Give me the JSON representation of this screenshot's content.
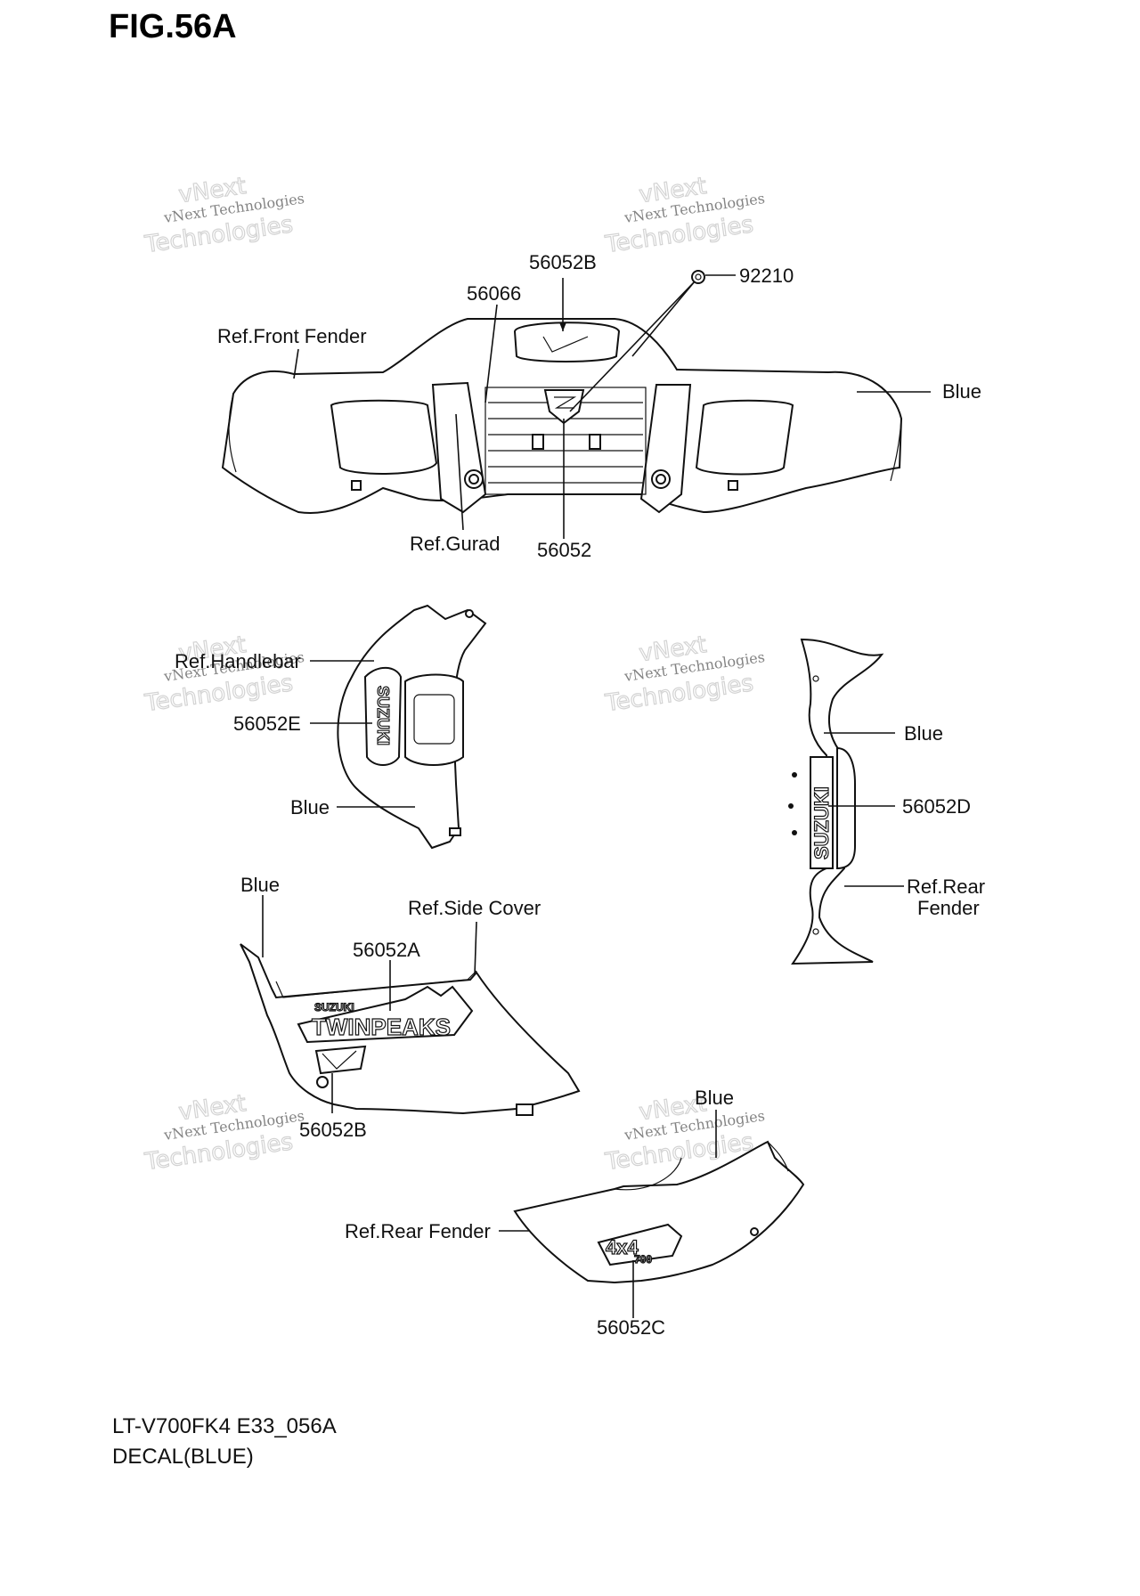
{
  "header": {
    "title": "FIG.56A"
  },
  "watermark": {
    "line1": "vNext Technologies",
    "line2": "vNext",
    "line3": "Technologies"
  },
  "callouts": {
    "c_56052B_top": "56052B",
    "c_92210": "92210",
    "c_56066": "56066",
    "c_ref_front_fender": "Ref.Front Fender",
    "c_blue_front": "Blue",
    "c_ref_gurad": "Ref.Gurad",
    "c_56052": "56052",
    "c_ref_handlebar": "Ref.Handlebar",
    "c_56052E": "56052E",
    "c_blue_handlebar": "Blue",
    "c_blue_rear_side": "Blue",
    "c_56052D": "56052D",
    "c_ref_rear_fender_1a": "Ref.Rear",
    "c_ref_rear_fender_1b": "Fender",
    "c_blue_side_cover": "Blue",
    "c_ref_side_cover": "Ref.Side Cover",
    "c_56052A": "56052A",
    "c_56052B_bottom": "56052B",
    "c_blue_rear": "Blue",
    "c_ref_rear_fender_2": "Ref.Rear Fender",
    "c_56052C": "56052C"
  },
  "decals": {
    "suzuki_vertical": "SUZUKI",
    "suzuki_rear": "SUZUKI",
    "twinpeaks": "TWINPEAKS",
    "suzuki_small": "SUZUKI",
    "four_by_four": "4x4",
    "v700": "700"
  },
  "footer": {
    "model_code": "LT-V700FK4 E33_056A",
    "caption": "DECAL(BLUE)"
  }
}
